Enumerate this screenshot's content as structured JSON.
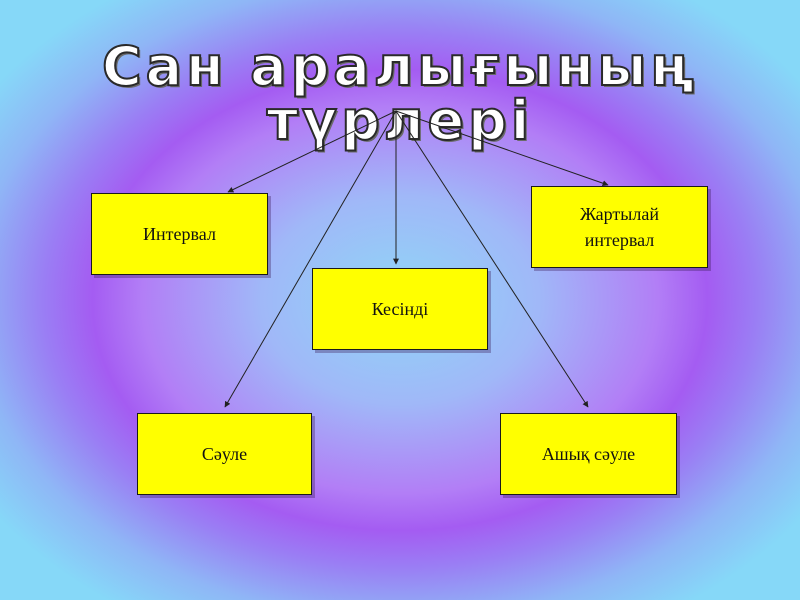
{
  "title": "Сан аралығының түрлері",
  "boxes": {
    "interval": "Интервал",
    "half_interval": "Жартылай\nинтервал",
    "segment": "Кесінді",
    "ray": "Сәуле",
    "open_ray": "Ашық сәуле"
  },
  "colors": {
    "box_fill": "#ffff00",
    "title_fill": "#ffffff",
    "title_outline": "#2a2a2a",
    "connector": "#222222"
  }
}
